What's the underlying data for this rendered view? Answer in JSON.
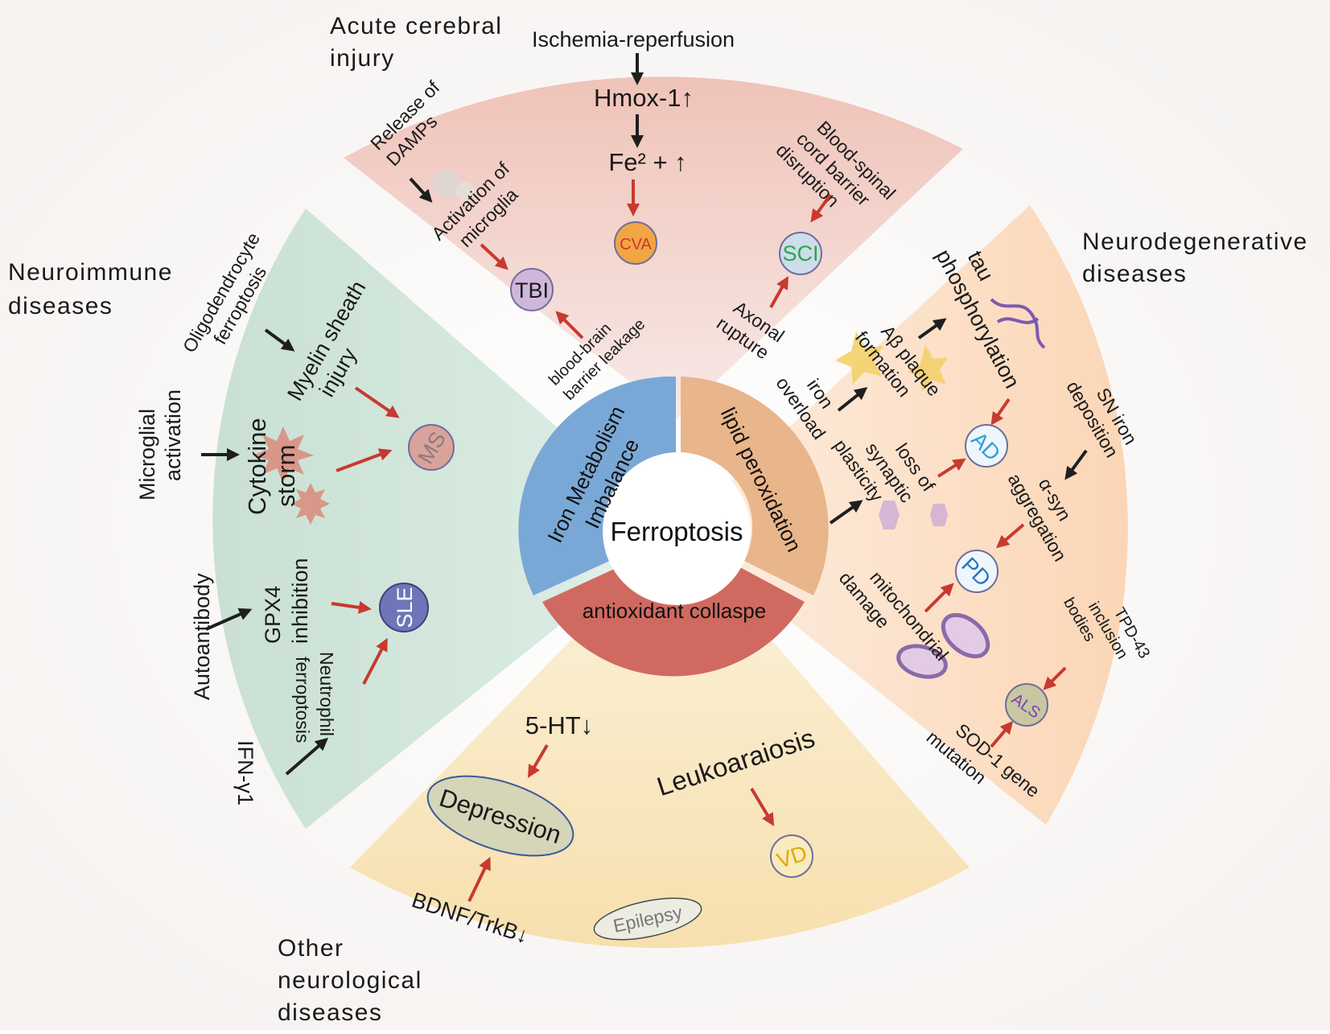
{
  "center": {
    "label": "Ferroptosis"
  },
  "ring": {
    "iron": "Iron Metabolism Imbalance",
    "iron_line1": "Iron Metabolism",
    "iron_line2": "Imbalance",
    "lipid": "lipid peroxidation",
    "antioxidant": "antioxidant collaspe"
  },
  "acute": {
    "title_line1": "Acute cerebral",
    "title_line2": "injury",
    "ischemia": "Ischemia-reperfusion",
    "hmox": "Hmox-1↑",
    "fe": "Fe² + ↑",
    "cva": "CVA",
    "damps_line1": "Release of",
    "damps_line2": "DAMPs",
    "activation_line1": "Activation of",
    "activation_line2": "microglia",
    "tbi": "TBI",
    "bbb_line1": "blood-brain",
    "bbb_line2": "barrier leakage",
    "bscb_line1": "Blood-spinal",
    "bscb_line2": "cord barrier",
    "bscb_line3": "disruption",
    "sci": "SCI",
    "axonal_line1": "Axonal",
    "axonal_line2": "rupture"
  },
  "neuroimmune": {
    "title_line1": "Neuroimmune",
    "title_line2": "diseases",
    "oligo_line1": "Oligodendrocyte",
    "oligo_line2": "ferroptosis",
    "myelin_line1": "Myelin sheath",
    "myelin_line2": "injury",
    "microglial_line1": "Microglial",
    "microglial_line2": "activation",
    "cytokine_line1": "Cytokine",
    "cytokine_line2": "storm",
    "ms": "MS",
    "autoantibody": "Autoantibody",
    "gpx4_line1": "GPX4",
    "gpx4_line2": "inhibition",
    "sle": "SLE",
    "neutrophil_line1": "Neutrophil",
    "neutrophil_line2": "ferroptosis",
    "ifn": "IFN-γ1"
  },
  "neurodegenerative": {
    "title_line1": "Neurodegenerative",
    "title_line2": "diseases",
    "tau_line1": "tau",
    "tau_line2": "phosphorylation",
    "abeta_line1": "Aβ plaque",
    "abeta_line2": "formation",
    "iron_overload_line1": "iron",
    "iron_overload_line2": "overload",
    "synaptic_line1": "loss of",
    "synaptic_line2": "synaptic",
    "synaptic_line3": "plasticity",
    "ad": "AD",
    "sn_line1": "SN iron",
    "sn_line2": "deposition",
    "asyn_line1": "α-syn",
    "asyn_line2": "aggregation",
    "pd": "PD",
    "mito_line1": "mitochondrial",
    "mito_line2": "damage",
    "tpd_line1": "TPD-43",
    "tpd_line2": "inclusion",
    "tpd_line3": "bodies",
    "als": "ALS",
    "sod_line1": "SOD-1 gene",
    "sod_line2": "mutation"
  },
  "other": {
    "title_line1": "Other",
    "title_line2": "neurological",
    "title_line3": "diseases",
    "ht": "5-HT↓",
    "depression": "Depression",
    "bdnf": "BDNF/TrkB↓",
    "epilepsy": "Epilepsy",
    "leuko": "Leukoaraiosis",
    "vd": "VD"
  },
  "colors": {
    "acute_top": "#f0c7be",
    "acute_bottom": "#f7e6e4",
    "neuroimmune": "#cfe3d8",
    "neurodegenerative": "#fbdcc2",
    "other": "#f8e5bd",
    "iron_segment": "#7aa8d6",
    "lipid_segment": "#e9b58a",
    "antioxidant_segment": "#d06a60",
    "red_arrow": "#c8392f",
    "black_arrow": "#1e1e1e"
  }
}
